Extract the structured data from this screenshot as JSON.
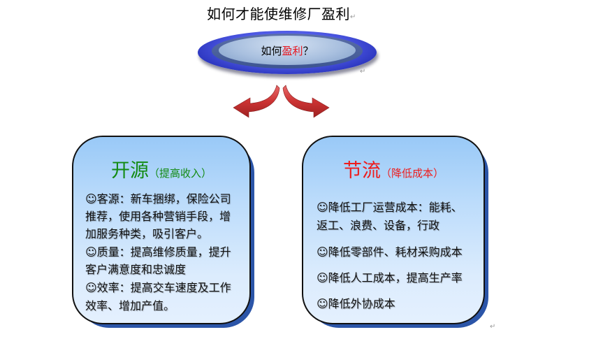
{
  "title": "如何才能使维修厂盈利",
  "paragraph_mark": "↵",
  "center_oval": {
    "text_prefix": "如何",
    "text_highlight": "盈利",
    "text_suffix": "？",
    "highlight_color": "#e8141c"
  },
  "arrows": {
    "left": "arrow-curved-left",
    "right": "arrow-curved-right",
    "color": "#cc3333"
  },
  "left_box": {
    "heading": "开源",
    "subheading": "（提高收入）",
    "heading_color": "#128a12",
    "lines": [
      "☺客源：新车捆绑，保险公司",
      "推荐，使用各种营销手段，增",
      "加服务种类，吸引客户。",
      "☺质量：提高维修质量，提升",
      "客户满意度和忠诚度",
      "☺效率：提高交车速度及工作",
      "效率、增加产值。"
    ]
  },
  "right_box": {
    "heading": "节流",
    "subheading": "（降低成本）",
    "heading_color": "#ee1c1c",
    "lines": [
      "☺降低工厂运营成本：能耗、",
      "返工、浪费、设备，行政",
      "☺降低零部件、耗材采购成本",
      "☺降低人工成本，提高生产率",
      "☺降低外协成本"
    ]
  }
}
